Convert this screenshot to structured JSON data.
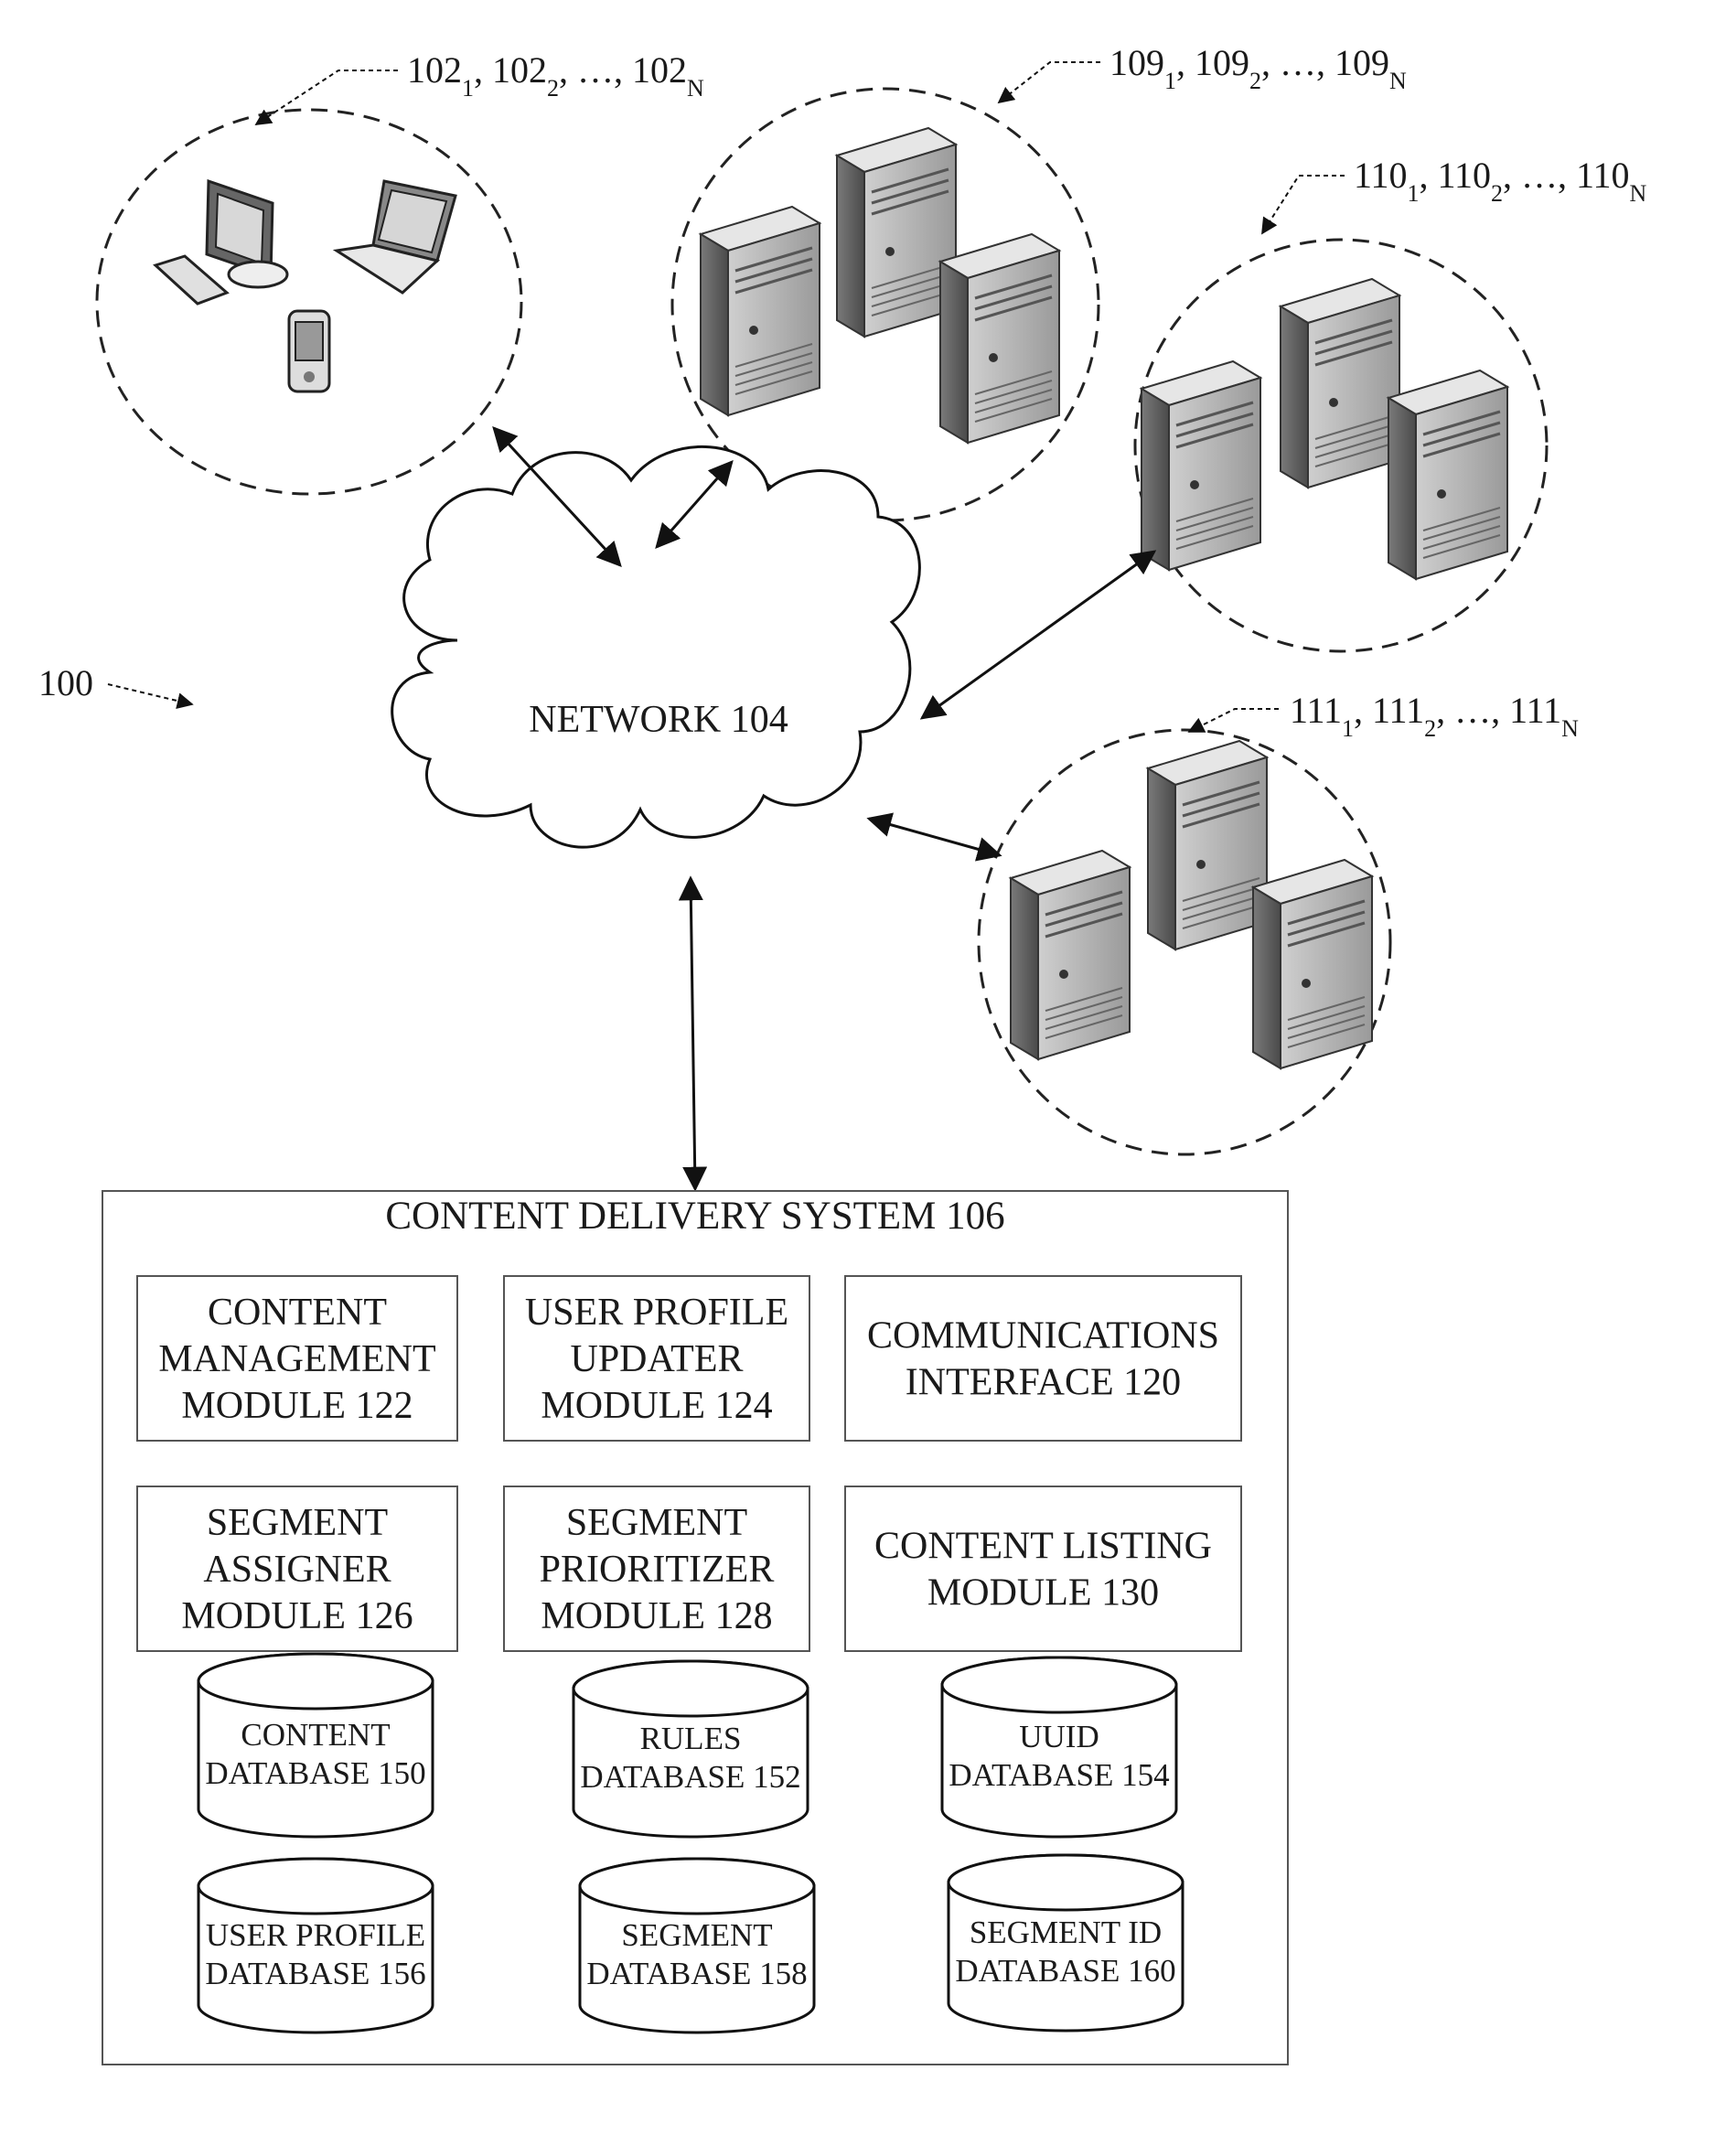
{
  "figure_ref": "100",
  "network": {
    "label": "NETWORK 104"
  },
  "groups": {
    "clients": {
      "ref": "102",
      "subs": [
        "1",
        "2",
        "N"
      ],
      "sep": ", ",
      "ellipsis": "…"
    },
    "servers_109": {
      "ref": "109",
      "subs": [
        "1",
        "2",
        "N"
      ],
      "sep": ", ",
      "ellipsis": "…"
    },
    "servers_110": {
      "ref": "110",
      "subs": [
        "1",
        "2",
        "N"
      ],
      "sep": ", ",
      "ellipsis": "…"
    },
    "servers_111": {
      "ref": "111",
      "subs": [
        "1",
        "2",
        "N"
      ],
      "sep": ", ",
      "ellipsis": "…"
    }
  },
  "system": {
    "title": "CONTENT DELIVERY SYSTEM 106",
    "modules": [
      {
        "lines": [
          "CONTENT",
          "MANAGEMENT",
          "MODULE 122"
        ]
      },
      {
        "lines": [
          "USER PROFILE",
          "UPDATER",
          "MODULE 124"
        ]
      },
      {
        "lines": [
          "COMMUNICATIONS",
          "INTERFACE 120"
        ]
      },
      {
        "lines": [
          "SEGMENT",
          "ASSIGNER",
          "MODULE 126"
        ]
      },
      {
        "lines": [
          "SEGMENT",
          "PRIORITIZER",
          "MODULE 128"
        ]
      },
      {
        "lines": [
          "CONTENT LISTING",
          "MODULE 130"
        ]
      }
    ],
    "databases": [
      {
        "lines": [
          "CONTENT",
          "DATABASE 150"
        ]
      },
      {
        "lines": [
          "RULES",
          "DATABASE 152"
        ]
      },
      {
        "lines": [
          "UUID",
          "DATABASE 154"
        ]
      },
      {
        "lines": [
          "USER PROFILE",
          "DATABASE 156"
        ]
      },
      {
        "lines": [
          "SEGMENT",
          "DATABASE 158"
        ]
      },
      {
        "lines": [
          "SEGMENT ID",
          "DATABASE 160"
        ]
      }
    ]
  }
}
